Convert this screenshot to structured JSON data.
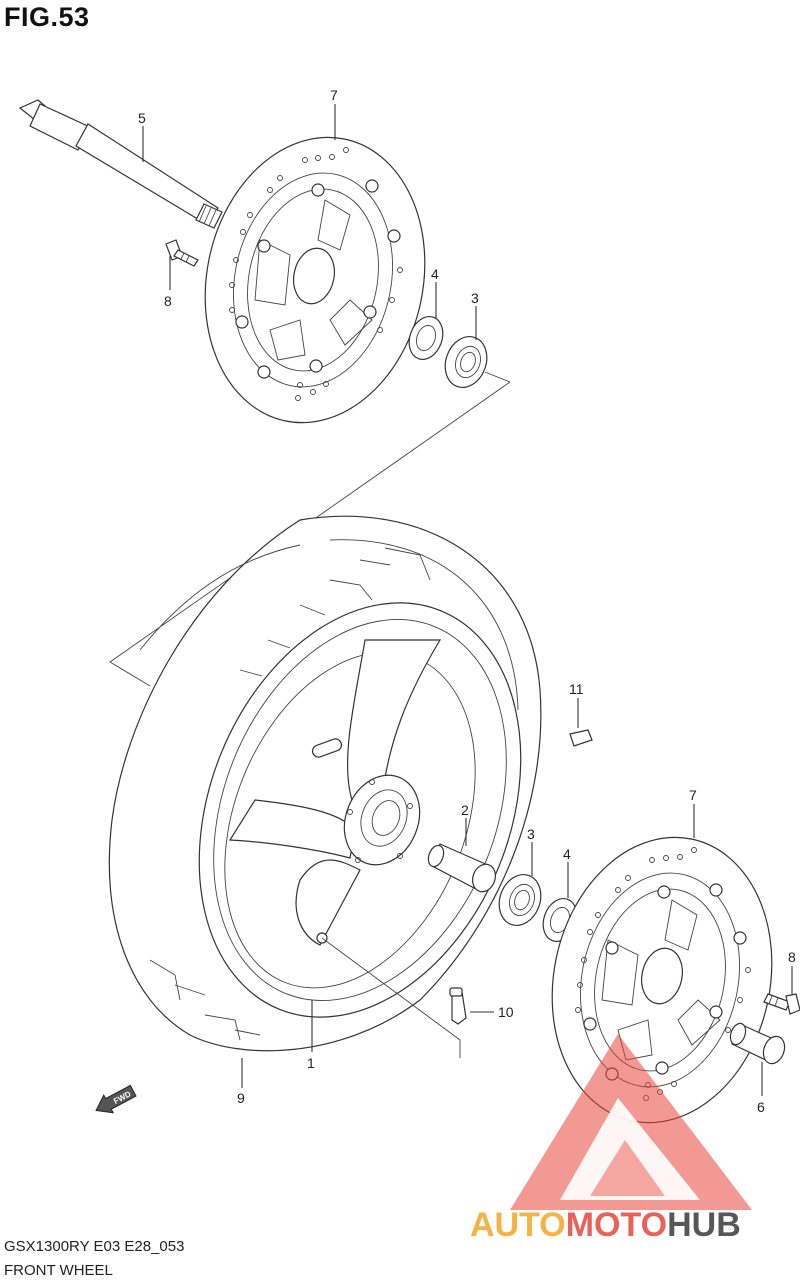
{
  "figure": {
    "title": "FIG.53",
    "model_code": "GSX1300RY E03 E28_053",
    "section_name": "FRONT WHEEL"
  },
  "callouts": {
    "c1": "1",
    "c2": "2",
    "c3_top": "3",
    "c3_bottom": "3",
    "c4_top": "4",
    "c4_bottom": "4",
    "c5": "5",
    "c6": "6",
    "c7_top": "7",
    "c7_bottom": "7",
    "c8_top": "8",
    "c8_bottom": "8",
    "c9": "9",
    "c10": "10",
    "c11": "11"
  },
  "fwd_arrow": {
    "label": "FWD"
  },
  "watermark": {
    "word_auto": "AUTO",
    "word_moto": "MOTO",
    "word_hub": "HUB",
    "color_orange": "#f5a623",
    "color_red": "#e8463c",
    "color_dark": "#3a3a3a"
  }
}
